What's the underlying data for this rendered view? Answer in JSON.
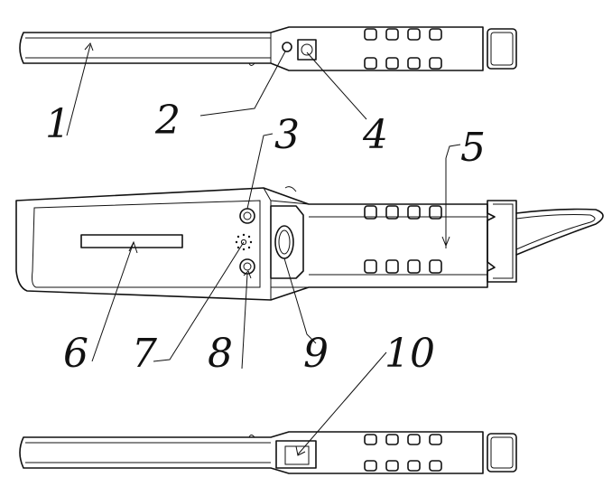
{
  "figure": {
    "callouts": [
      {
        "id": 1,
        "label": "1"
      },
      {
        "id": 2,
        "label": "2"
      },
      {
        "id": 3,
        "label": "3"
      },
      {
        "id": 4,
        "label": "4"
      },
      {
        "id": 5,
        "label": "5"
      },
      {
        "id": 6,
        "label": "6"
      },
      {
        "id": 7,
        "label": "7"
      },
      {
        "id": 8,
        "label": "8"
      },
      {
        "id": 9,
        "label": "9"
      },
      {
        "id": 10,
        "label": "10"
      }
    ]
  }
}
